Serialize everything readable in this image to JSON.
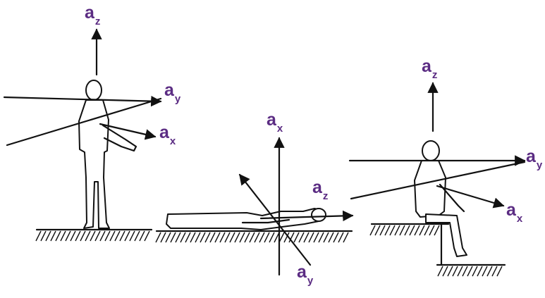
{
  "label_color": "#5b2c83",
  "figures": [
    {
      "posture": "standing",
      "axes": [
        {
          "base": "a",
          "sub": "z"
        },
        {
          "base": "a",
          "sub": "y"
        },
        {
          "base": "a",
          "sub": "x"
        }
      ]
    },
    {
      "posture": "lying",
      "axes": [
        {
          "base": "a",
          "sub": "x"
        },
        {
          "base": "a",
          "sub": "z"
        },
        {
          "base": "a",
          "sub": "y"
        }
      ]
    },
    {
      "posture": "seated",
      "axes": [
        {
          "base": "a",
          "sub": "z"
        },
        {
          "base": "a",
          "sub": "y"
        },
        {
          "base": "a",
          "sub": "x"
        }
      ]
    }
  ]
}
